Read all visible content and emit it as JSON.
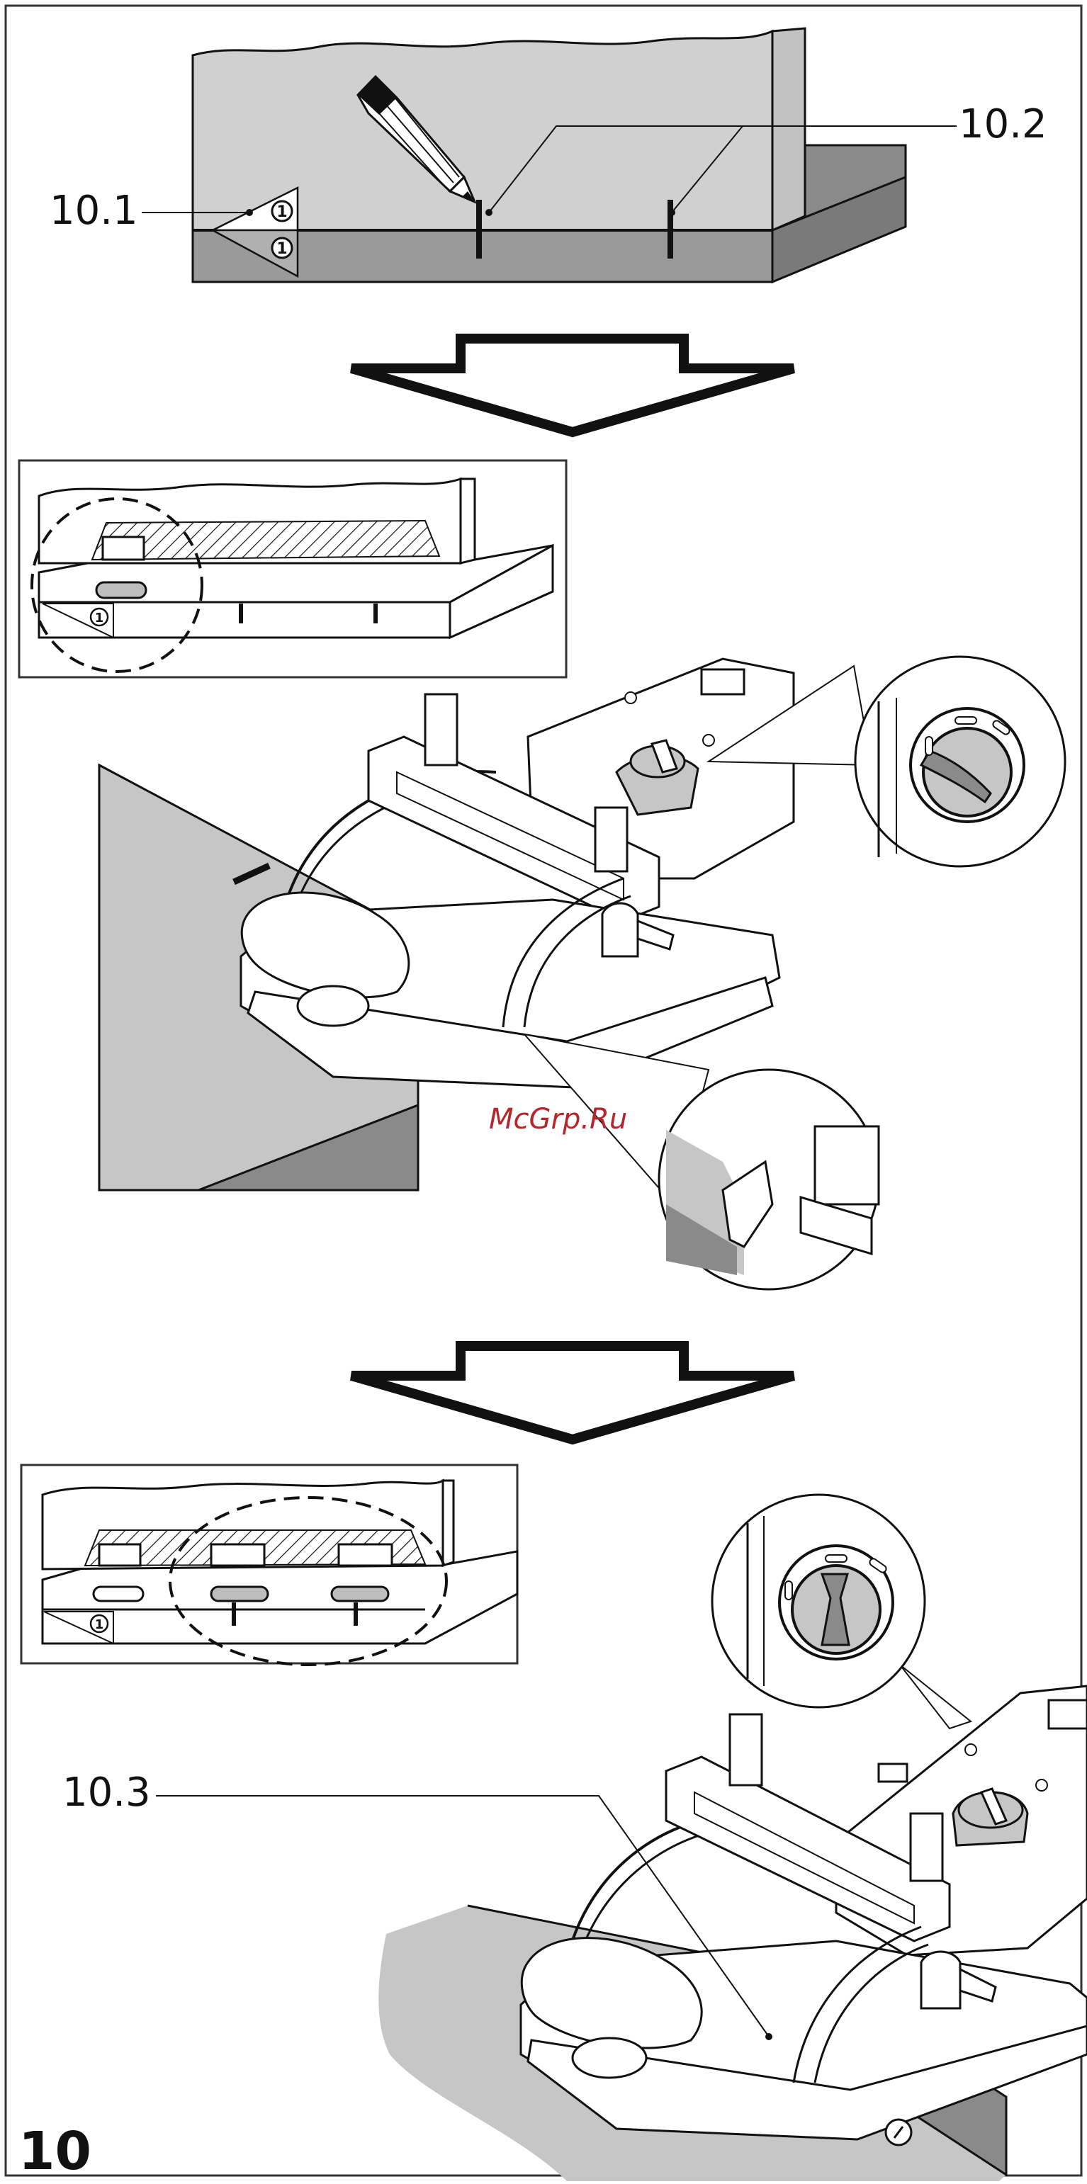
{
  "figure": {
    "page_number": "10",
    "watermark": "McGrp.Ru",
    "callouts": {
      "c101": "10.1",
      "c102": "10.2",
      "c103": "10.3"
    },
    "marker_symbol": "1"
  },
  "colors": {
    "line": "#111111",
    "panel_light": "#d2d2d2",
    "panel_mid": "#b7b7b7",
    "panel_dark": "#8a8a8a",
    "watermark": "#b5262a"
  }
}
